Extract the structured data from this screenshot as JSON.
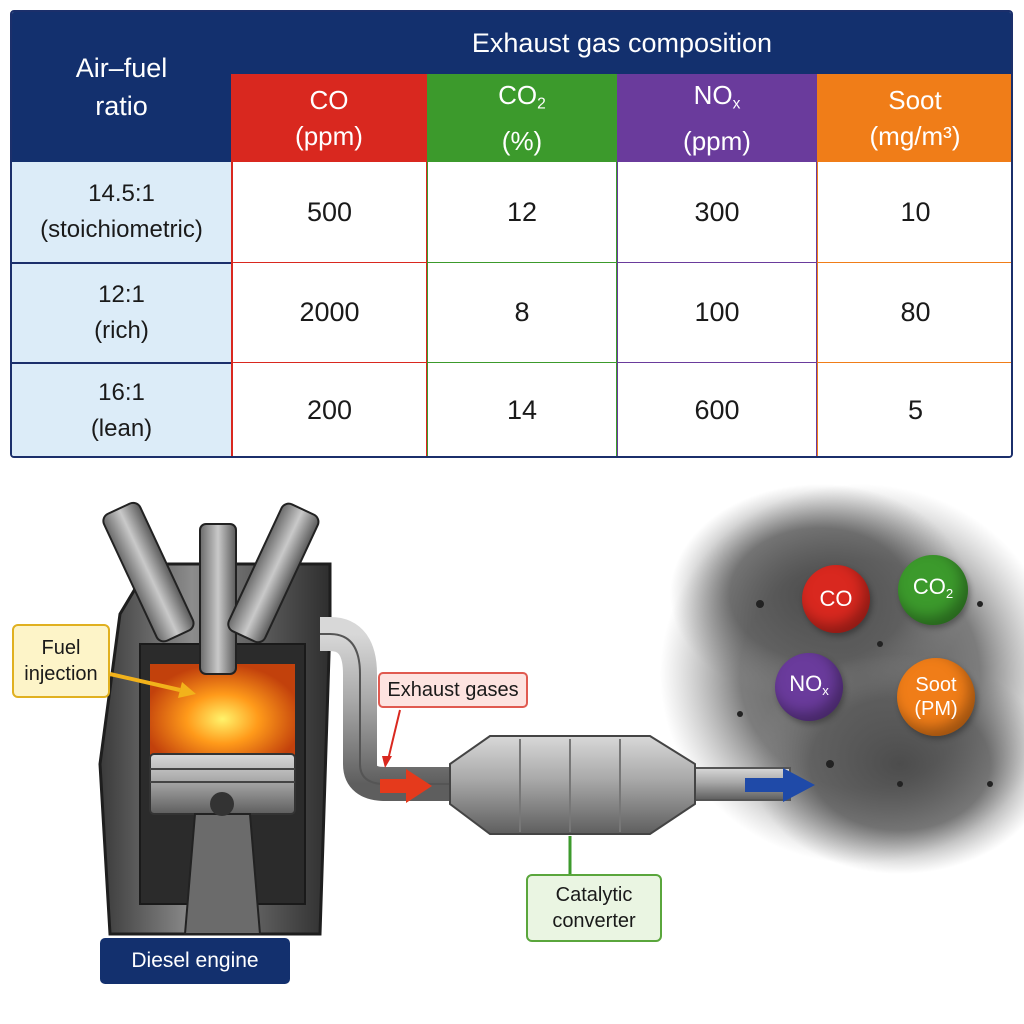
{
  "table": {
    "corner_label": [
      "Air–fuel",
      "ratio"
    ],
    "header": "Exhaust gas composition",
    "columns": [
      {
        "name": "CO",
        "unit": "(ppm)",
        "color": "#d9281f"
      },
      {
        "name": "CO₂",
        "unit": "(%)",
        "color": "#3c9a2c"
      },
      {
        "name": "NOₓ",
        "unit": "(ppm)",
        "color": "#6a3b9c"
      },
      {
        "name": "Soot",
        "unit": "(mg/m³)",
        "color": "#f07d18"
      }
    ],
    "rows": [
      {
        "ratio": "14.5:1",
        "desc": "(stoichiometric)",
        "values": [
          "500",
          "12",
          "300",
          "10"
        ]
      },
      {
        "ratio": "12:1",
        "desc": "(rich)",
        "values": [
          "2000",
          "8",
          "100",
          "80"
        ]
      },
      {
        "ratio": "16:1",
        "desc": "(lean)",
        "values": [
          "200",
          "14",
          "600",
          "5"
        ]
      }
    ]
  },
  "diagram": {
    "fuel_injection_label": [
      "Fuel",
      "injection"
    ],
    "exhaust_label": "Exhaust gases",
    "catalytic_label": [
      "Catalytic",
      "converter"
    ],
    "engine_label": "Diesel engine",
    "bubbles": {
      "co": "CO",
      "co2": "CO₂",
      "nox": "NOₓ",
      "soot": [
        "Soot",
        "(PM)"
      ]
    }
  }
}
